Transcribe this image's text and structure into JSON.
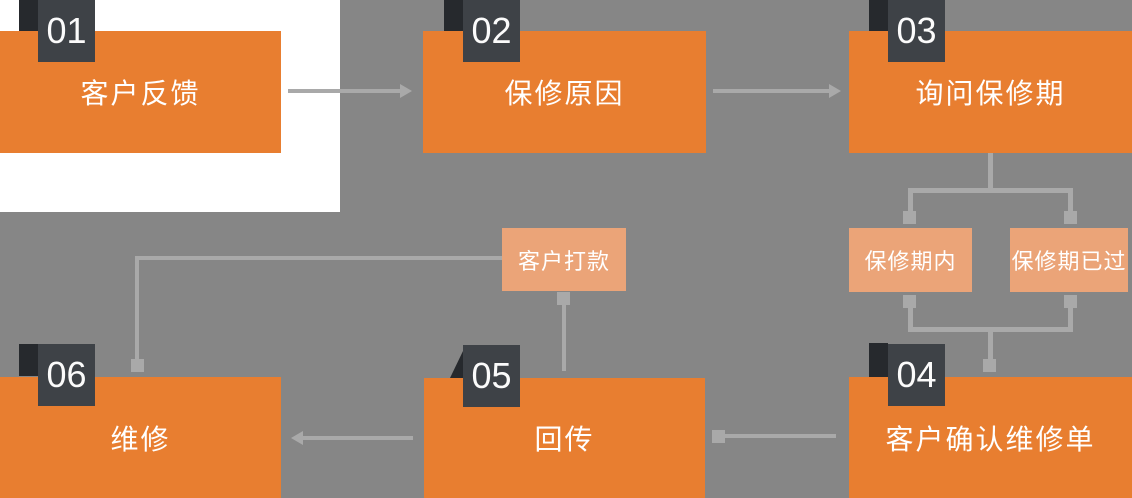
{
  "diagram": {
    "title": "warranty-repair-process-flowchart",
    "steps": [
      {
        "number": "01",
        "label": "客户反馈"
      },
      {
        "number": "02",
        "label": "保修原因"
      },
      {
        "number": "03",
        "label": "询问保修期"
      },
      {
        "number": "04",
        "label": "客户确认维修单"
      },
      {
        "number": "05",
        "label": "回传"
      },
      {
        "number": "06",
        "label": "维修"
      }
    ],
    "branches": {
      "within": {
        "label": "保修期内"
      },
      "expired": {
        "label": "保修期已过"
      },
      "payment": {
        "label": "客户打款"
      }
    },
    "flow": [
      "01 → 02",
      "02 → 03",
      "03 → 保修期内 / 保修期已过",
      "保修期内 / 保修期已过 → 04",
      "04 → 05",
      "客户打款 → 05",
      "05 → 06"
    ]
  },
  "colors": {
    "background": "#868686",
    "panel": "#FFFFFF",
    "step_box": "#E87E30",
    "branch_box": "#EBA478",
    "badge": "#3E4247",
    "badge_fold": "#26292D",
    "connector": "#A9A9A9",
    "text": "#FFFFFF"
  }
}
